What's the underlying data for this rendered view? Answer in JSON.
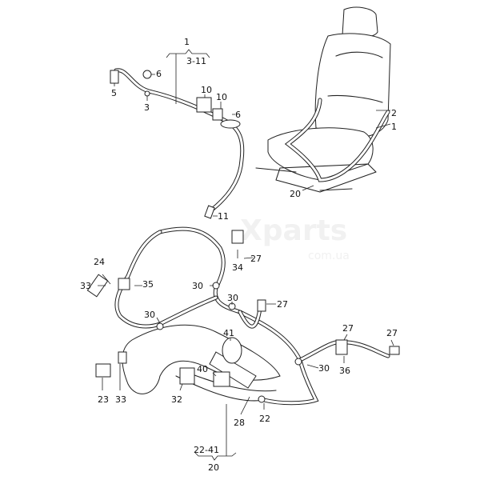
{
  "watermark": {
    "brand": "Xparts",
    "domain": "com.ua"
  },
  "callouts": [
    "1",
    "3-11",
    "6",
    "5",
    "3",
    "10",
    "10",
    "6",
    "11",
    "2",
    "1",
    "20",
    "24",
    "33",
    "35",
    "27",
    "34",
    "30",
    "30",
    "27",
    "30",
    "41",
    "40",
    "30",
    "27",
    "27",
    "36",
    "23",
    "33",
    "32",
    "28",
    "22",
    "22-41",
    "20"
  ]
}
